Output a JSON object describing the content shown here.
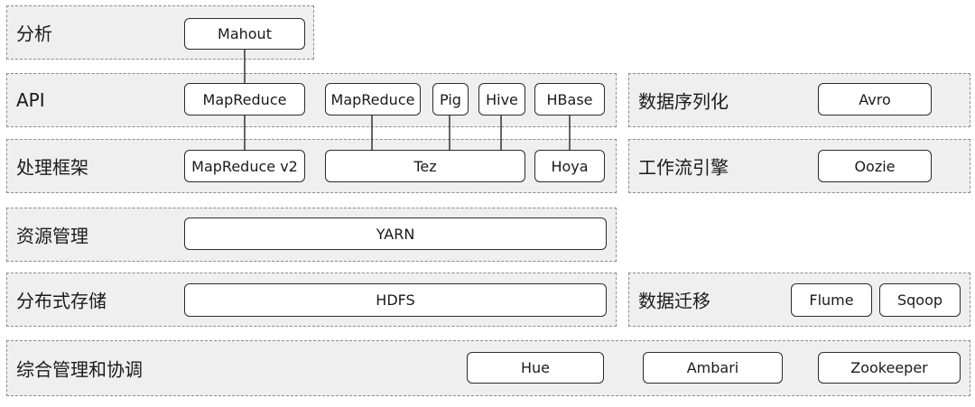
{
  "layers": {
    "analysis": {
      "label": "分析"
    },
    "api": {
      "label": "API"
    },
    "framework": {
      "label": "处理框架"
    },
    "resource": {
      "label": "资源管理"
    },
    "storage": {
      "label": "分布式存储"
    },
    "management": {
      "label": "综合管理和协调"
    },
    "serialization": {
      "label": "数据序列化"
    },
    "workflow": {
      "label": "工作流引擎"
    },
    "migration": {
      "label": "数据迁移"
    }
  },
  "nodes": {
    "mahout": "Mahout",
    "mapreduce_api_1": "MapReduce",
    "mapreduce_api_2": "MapReduce",
    "pig": "Pig",
    "hive": "Hive",
    "hbase": "HBase",
    "mapreduce_v2": "MapReduce v2",
    "tez": "Tez",
    "hoya": "Hoya",
    "yarn": "YARN",
    "hdfs": "HDFS",
    "hue": "Hue",
    "ambari": "Ambari",
    "zookeeper": "Zookeeper",
    "avro": "Avro",
    "oozie": "Oozie",
    "flume": "Flume",
    "sqoop": "Sqoop"
  },
  "colors": {
    "layer_fill": "#efefef",
    "layer_border": "#8c8c8c",
    "node_border": "#2b2b2b",
    "connector": "#333333"
  }
}
